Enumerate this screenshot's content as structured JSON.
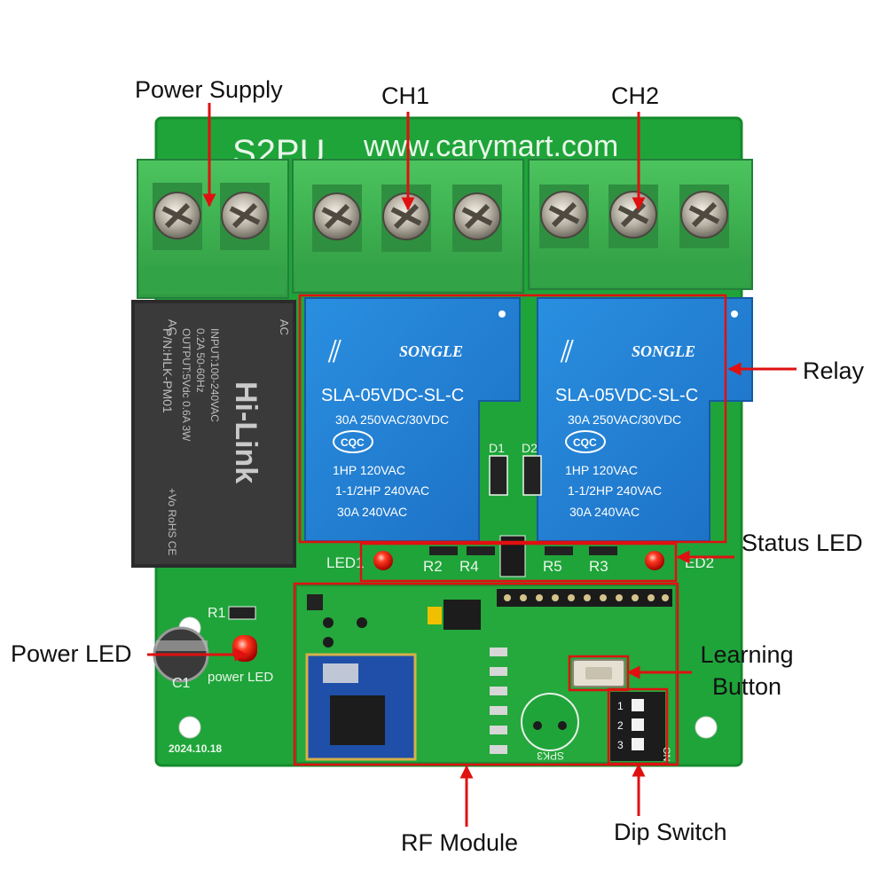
{
  "board": {
    "model": "S2PU",
    "website": "www.carymart.com",
    "date_code": "2024.10.18",
    "pcb_color": "#1fa43a",
    "terminal_color": "#3fb552",
    "annotation_color": "#e01010"
  },
  "relays": [
    {
      "brand": "SONGLE",
      "model": "SLA-05VDC-SL-C",
      "rating1": "30A 250VAC/30VDC",
      "cert": "CQC",
      "hp1": "1HP 120VAC",
      "hp2": "1-1/2HP 240VAC",
      "rating2": "30A 240VAC",
      "diode": "D1"
    },
    {
      "brand": "SONGLE",
      "model": "SLA-05VDC-SL-C",
      "rating1": "30A 250VAC/30VDC",
      "cert": "CQC",
      "hp1": "1HP 120VAC",
      "hp2": "1-1/2HP 240VAC",
      "rating2": "30A 240VAC",
      "diode": "D2"
    }
  ],
  "power_module": {
    "brand": "Hi-Link",
    "ac1": "AC",
    "ac2": "AC",
    "input": "INPUT:100-240VAC",
    "input2": "0.2A 50-60Hz",
    "output": "OUTPUT:5Vdc 0.6A 3W",
    "part": "P/N:HLK-PM01",
    "marks": "+Vo  RoHS  CE"
  },
  "silkscreen": {
    "led1": "LED1",
    "led2": "ED2",
    "r2": "R2",
    "r4": "R4",
    "r5": "R5",
    "r3": "R3",
    "r1": "R1",
    "c1": "C1",
    "power_led": "power LED",
    "spk": "SPK3",
    "dip_on": "ON",
    "dip_1": "1",
    "dip_2": "2",
    "dip_3": "3"
  },
  "callouts": {
    "power_supply": "Power Supply",
    "ch1": "CH1",
    "ch2": "CH2",
    "relay": "Relay",
    "status_led": "Status LED",
    "power_led": "Power LED",
    "learning_button_1": "Learning",
    "learning_button_2": "Button",
    "rf_module": "RF Module",
    "dip_switch": "Dip Switch"
  }
}
